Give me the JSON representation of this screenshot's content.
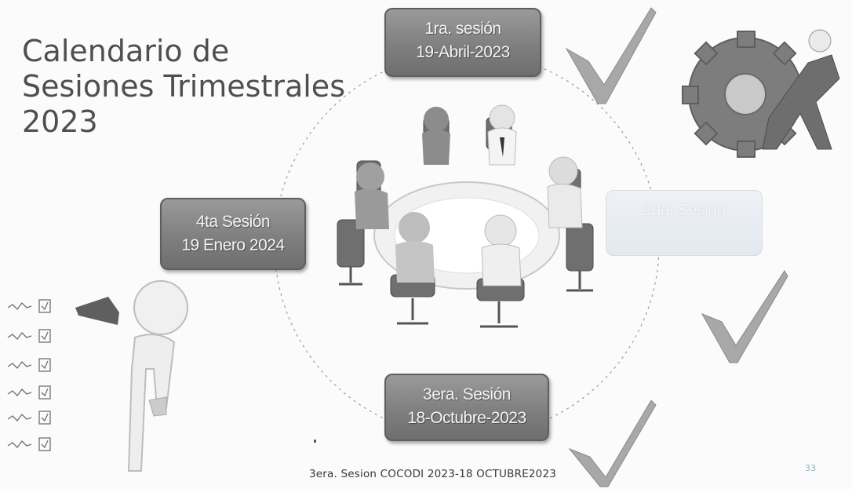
{
  "slide": {
    "title_lines": [
      "Calendario de",
      "Sesiones Trimestrales",
      "2023"
    ],
    "sessions": [
      {
        "name": "1ra. sesión",
        "date": "19-Abril-2023"
      },
      {
        "name": "2da. Sesión",
        "date": ""
      },
      {
        "name": "3era. Sesión",
        "date": "18-Octubre-2023"
      },
      {
        "name": "4ta Sesión",
        "date": "19 Enero 2024"
      }
    ],
    "footer": "3era. Sesion COCODI 2023-18 OCTUBRE2023",
    "page_number": "33"
  },
  "icons": [
    "gear-worker-icon",
    "meeting-table-icon",
    "checkmark-icon",
    "person-checklist-icon",
    "checklist-icon"
  ],
  "colors": {
    "box_fill": "#808080",
    "box_text": "#f4f4f4",
    "faded_box": "#e8edf3",
    "title_text": "#4f4f4f",
    "page_number": "#8fb0bf"
  }
}
